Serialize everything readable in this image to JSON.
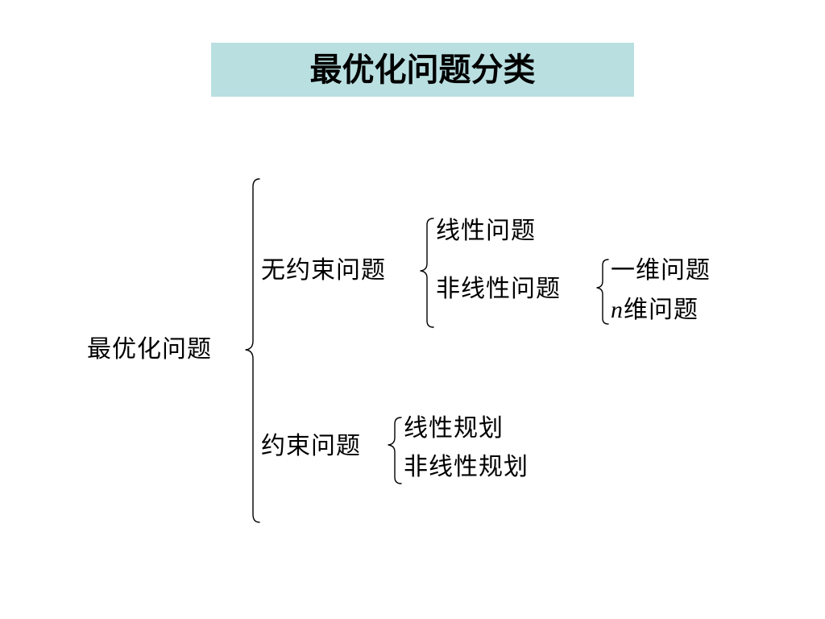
{
  "title": "最优化问题分类",
  "colors": {
    "title_background": "#b9dfe1",
    "text": "#000000"
  },
  "tree": {
    "root": "最优化问题",
    "unconstrained": {
      "label": "无约束问题",
      "linear": "线性问题",
      "nonlinear": {
        "label": "非线性问题",
        "one_dim": "一维问题",
        "n_dim_var": "n",
        "n_dim_rest": "维问题"
      }
    },
    "constrained": {
      "label": "约束问题",
      "linear": "线性规划",
      "nonlinear": "非线性规划"
    }
  }
}
